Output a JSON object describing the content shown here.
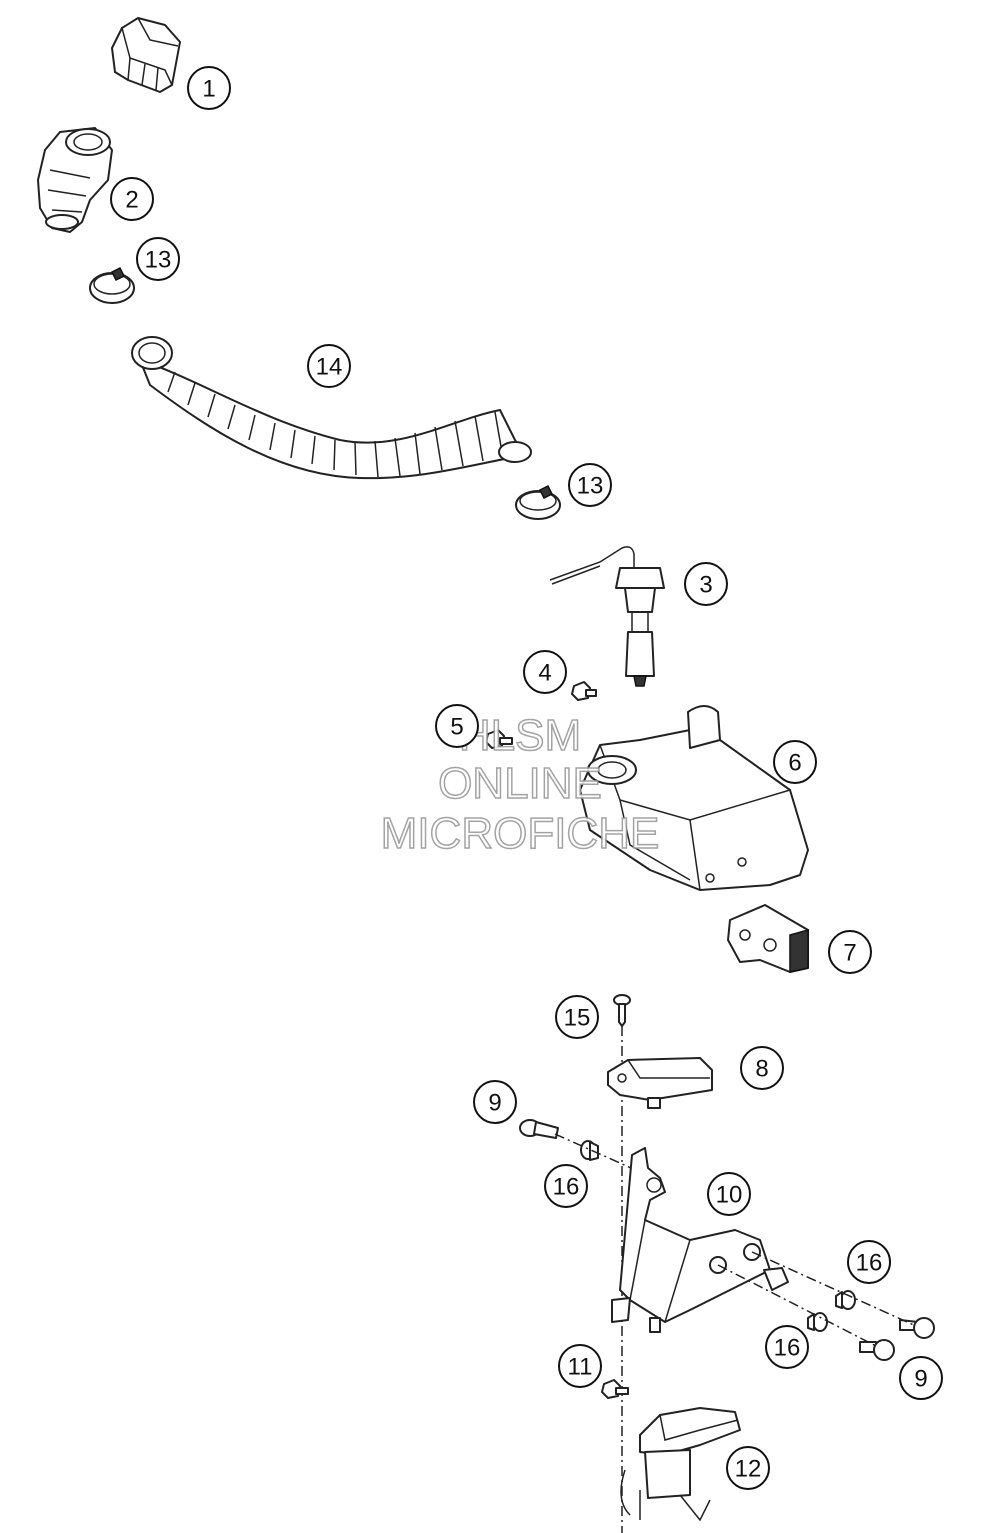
{
  "callouts": [
    "1",
    "2",
    "13",
    "14",
    "13",
    "3",
    "4",
    "5",
    "6",
    "7",
    "15",
    "8",
    "9",
    "16",
    "10",
    "16",
    "16",
    "9",
    "11",
    "12"
  ],
  "watermark": {
    "line1": "HLSM",
    "line2": "ONLINE",
    "line3": "MICROFICHE"
  }
}
